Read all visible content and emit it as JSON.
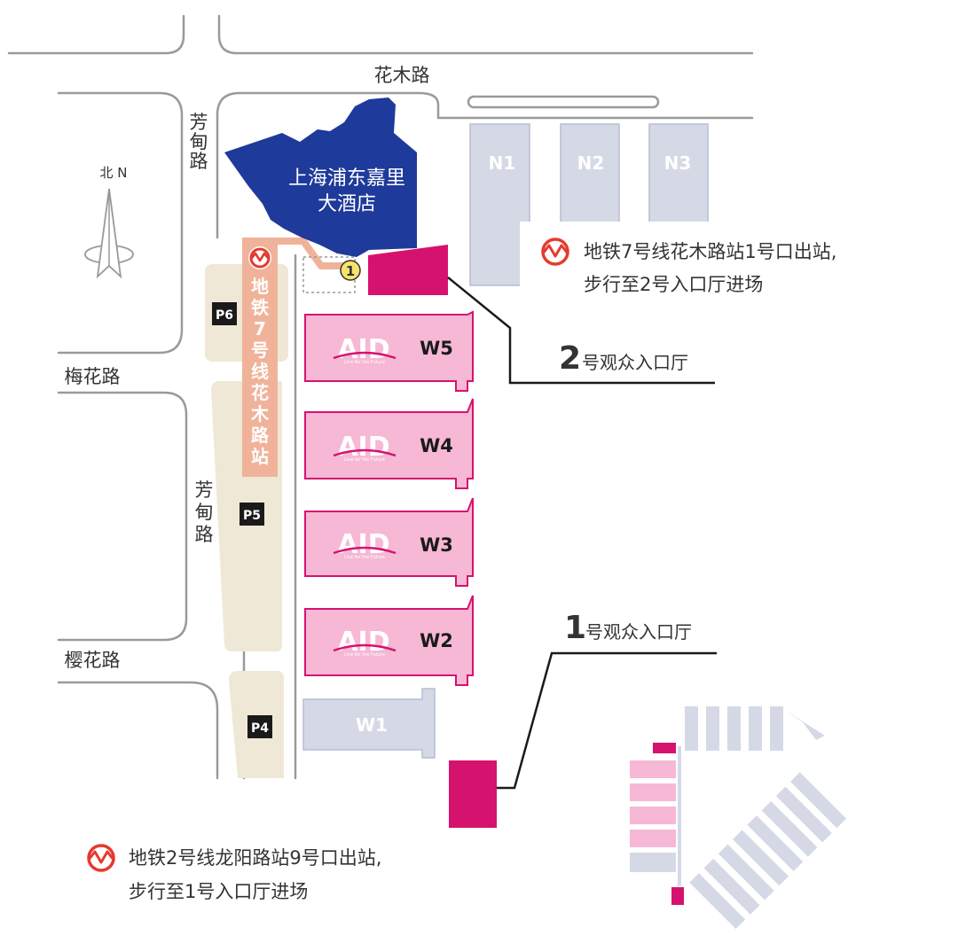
{
  "roads": {
    "huamu": "花木路",
    "fangdian_top": [
      "芳",
      "甸",
      "路"
    ],
    "fangdian_mid": [
      "芳",
      "甸",
      "路"
    ],
    "meihua": "梅花路",
    "yinghua": "樱花路"
  },
  "compass": {
    "label": "北 N"
  },
  "hotel": {
    "line1": "上海浦东嘉里",
    "line2": "大酒店"
  },
  "north_halls": [
    "N1",
    "N2",
    "N3"
  ],
  "west_halls": [
    {
      "name": "W5",
      "logo": "AID",
      "tagline": "Live for the Future"
    },
    {
      "name": "W4",
      "logo": "AID",
      "tagline": "Live for the Future"
    },
    {
      "name": "W3",
      "logo": "AID",
      "tagline": "Live for the Future"
    },
    {
      "name": "W2",
      "logo": "AID",
      "tagline": "Live for the Future"
    }
  ],
  "w1": "W1",
  "parking": [
    "P6",
    "P5",
    "P4"
  ],
  "metro_station": {
    "chars": [
      "地",
      "铁",
      "7",
      "号",
      "线",
      "花",
      "木",
      "路",
      "站"
    ]
  },
  "exit_marker": "1",
  "entrance2": {
    "num": "2",
    "text": "号观众入口厅"
  },
  "entrance1": {
    "num": "1",
    "text": "号观众入口厅"
  },
  "note_top": {
    "line1": "地铁7号线花木路站1号口出站,",
    "line2": "步行至2号入口厅进场"
  },
  "note_bottom": {
    "line1": "地铁2号线龙阳路站9号口出站,",
    "line2": "步行至1号入口厅进场"
  },
  "colors": {
    "road": "#9a9a9a",
    "hotel": "#1e3a9a",
    "entrance": "#d6126f",
    "hall_fill": "#f6b8d4",
    "hall_stroke": "#d6126f",
    "grey_hall": "#d5d9e6",
    "parking_area": "#efe8d6",
    "metro_path": "#f0b39a",
    "metro_icon": "#e63a2e"
  }
}
